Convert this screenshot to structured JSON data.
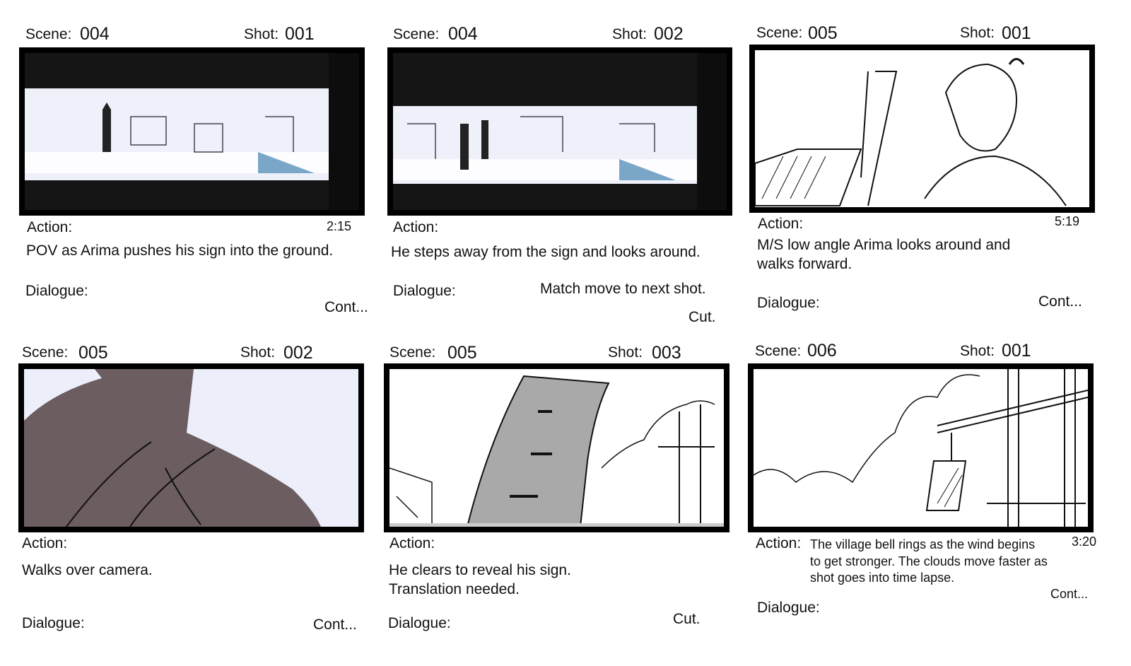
{
  "labels": {
    "scene": "Scene:",
    "shot": "Shot:",
    "action": "Action:",
    "dialogue": "Dialogue:"
  },
  "panels": [
    {
      "scene": "004",
      "shot": "001",
      "time": "2:15",
      "action": "POV as Arima pushes his sign into the ground.",
      "transition": "Cont..."
    },
    {
      "scene": "004",
      "shot": "002",
      "action": "He steps away from the sign and looks around.",
      "dialogue_note": "Match move to next shot.",
      "transition": "Cut."
    },
    {
      "scene": "005",
      "shot": "001",
      "time": "5:19",
      "action_lines": [
        "M/S low angle Arima looks around and",
        "walks forward."
      ],
      "transition": "Cont..."
    },
    {
      "scene": "005",
      "shot": "002",
      "action": "Walks over camera.",
      "transition": "Cont..."
    },
    {
      "scene": "005",
      "shot": "003",
      "action_lines": [
        "He clears to reveal his sign.",
        "Translation needed."
      ],
      "transition": "Cut."
    },
    {
      "scene": "006",
      "shot": "001",
      "time": "3:20",
      "action_lines": [
        "The village bell rings as the wind begins",
        "to get stronger. The clouds move faster as",
        "shot goes into time lapse."
      ],
      "transition": "Cont..."
    }
  ]
}
